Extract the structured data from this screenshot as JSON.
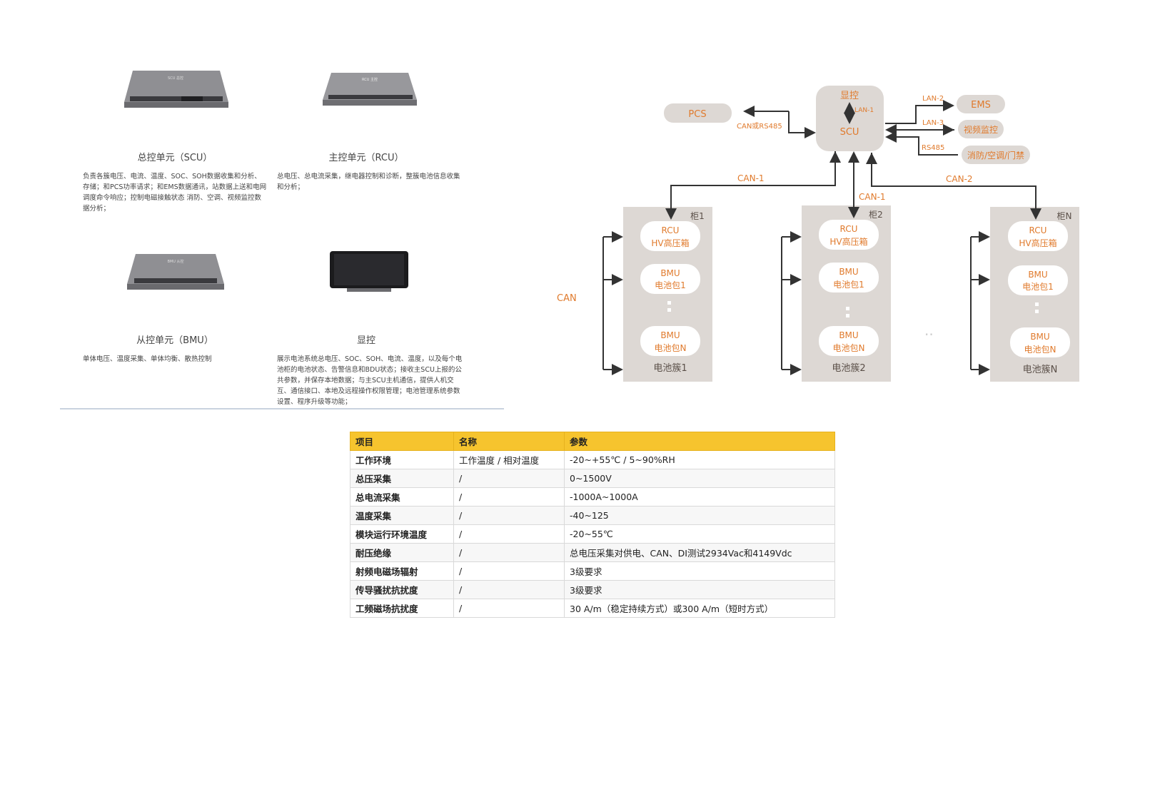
{
  "devices": [
    {
      "title": "总控单元（SCU）",
      "desc": "负责各簇电压、电流、温度、SOC、SOH数据收集和分析、存储；和PCS功率请求；和EMS数据通讯，站数据上送和电网调度命令响应；控制电磁接触状态 消防、空调、视频监控数据分析；",
      "label": "SCU 总控"
    },
    {
      "title": "主控单元（RCU）",
      "desc": "总电压、总电流采集，继电器控制和诊断，整簇电池信息收集和分析；",
      "label": "RCU 主控"
    },
    {
      "title": "从控单元（BMU）",
      "desc": "单体电压、温度采集、单体均衡、散热控制",
      "label": "BMU 从控"
    },
    {
      "title": "显控",
      "desc": "展示电池系统总电压、SOC、SOH、电流、温度，以及每个电池柜的电池状态、告警信息和BDU状态；接收主SCU上报的公共参数，并保存本地数据；与主SCU主机通信，提供人机交互、通信接口、本地及远程操作权限管理；电池管理系统参数设置、程序升级等功能；"
    }
  ],
  "diagram": {
    "pcs": "PCS",
    "display": "显控",
    "scu": "SCU",
    "lan1": "LAN-1",
    "lan2": "LAN-2",
    "lan3": "LAN-3",
    "rs485": "RS485",
    "can_rs485": "CAN或RS485",
    "ems": "EMS",
    "video": "视频监控",
    "fire": "消防/空调/门禁",
    "can1_left": "CAN-1",
    "can1_mid": "CAN-1",
    "can2": "CAN-2",
    "can": "CAN",
    "ellipsis": "..",
    "cabinets": [
      {
        "tag": "柜1",
        "rcu": "RCU",
        "hv": "HV高压箱",
        "bmu1": "BMU",
        "pack1": "电池包1",
        "bmun": "BMU",
        "packn": "电池包N",
        "cluster": "电池簇1"
      },
      {
        "tag": "柜2",
        "rcu": "RCU",
        "hv": "HV高压箱",
        "bmu1": "BMU",
        "pack1": "电池包1",
        "bmun": "BMU",
        "packn": "电池包N",
        "cluster": "电池簇2"
      },
      {
        "tag": "柜N",
        "rcu": "RCU",
        "hv": "HV高压箱",
        "bmu1": "BMU",
        "pack1": "电池包1",
        "bmun": "BMU",
        "packn": "电池包N",
        "cluster": "电池簇N"
      }
    ]
  },
  "table": {
    "headers": [
      "项目",
      "名称",
      "参数"
    ],
    "rows": [
      [
        "工作环境",
        "工作温度 / 相对温度",
        "-20~+55℃ / 5~90%RH"
      ],
      [
        "总压采集",
        "/",
        "0~1500V"
      ],
      [
        "总电流采集",
        "/",
        "-1000A~1000A"
      ],
      [
        "温度采集",
        "/",
        "-40~125"
      ],
      [
        "模块运行环境温度",
        "/",
        "-20~55℃"
      ],
      [
        "耐压绝缘",
        "/",
        "总电压采集对供电、CAN、DI测试2934Vac和4149Vdc"
      ],
      [
        "射频电磁场辐射",
        "/",
        "3级要求"
      ],
      [
        "传导骚扰抗扰度",
        "/",
        "3级要求"
      ],
      [
        "工频磁场抗扰度",
        "/",
        "30 A/m（稳定持续方式）或300 A/m（短时方式）"
      ]
    ]
  },
  "colors": {
    "orange": "#e07a2c",
    "table_header": "#f6c42e",
    "panel": "#ddd8d4"
  }
}
